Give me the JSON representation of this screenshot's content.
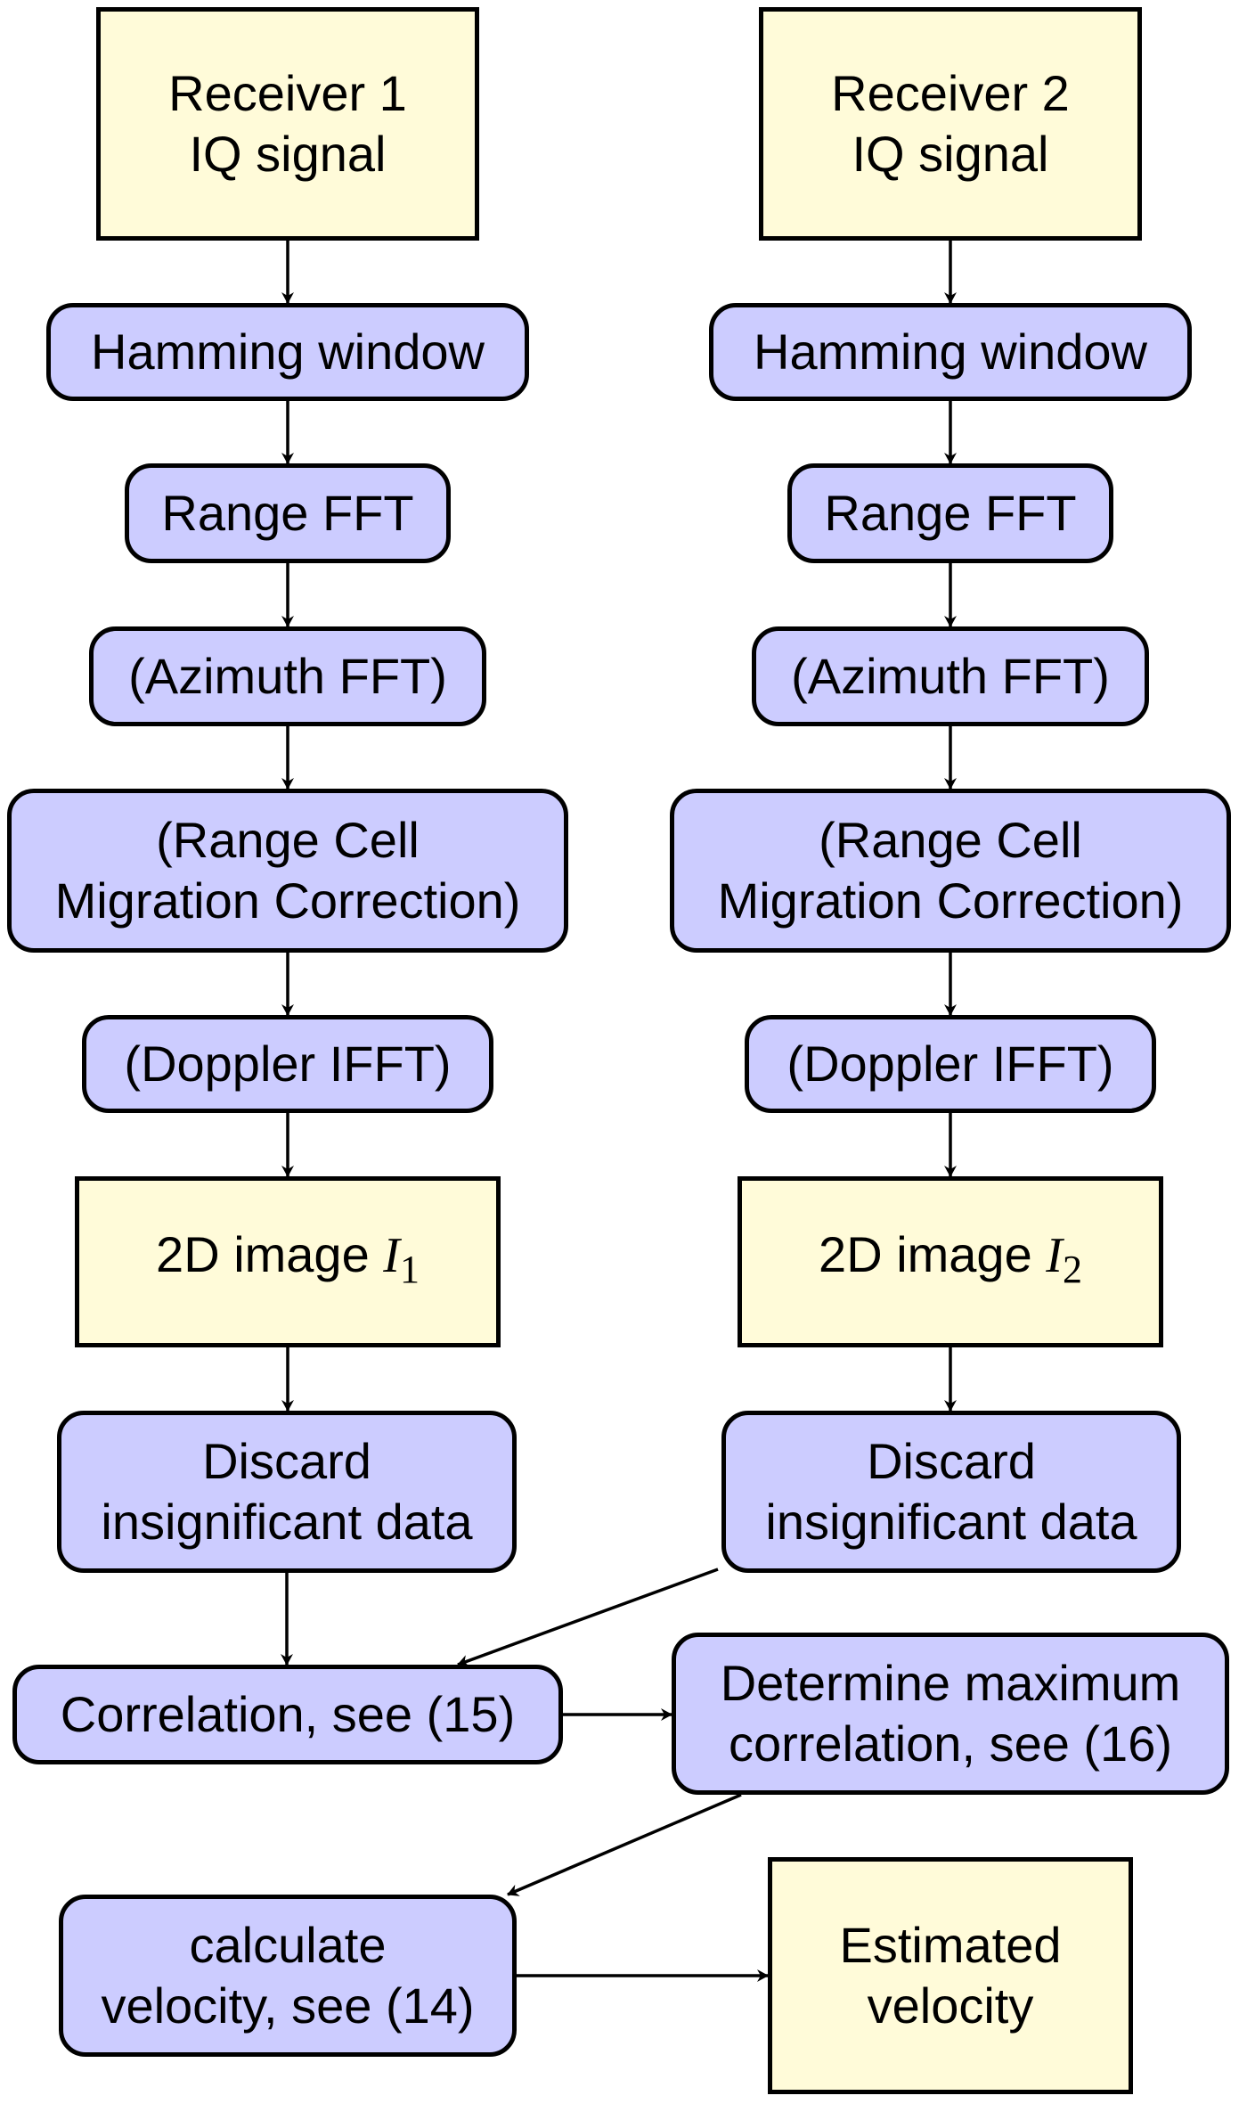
{
  "colors": {
    "io_fill": "#FFFBD9",
    "process_fill": "#CCCCFF",
    "stroke": "#000000"
  },
  "nodes": [
    {
      "id": "receiver-1",
      "type": "io",
      "label": "Receiver 1\nIQ signal"
    },
    {
      "id": "receiver-2",
      "type": "io",
      "label": "Receiver 2\nIQ signal"
    },
    {
      "id": "hamming-1",
      "type": "process",
      "label": "Hamming window"
    },
    {
      "id": "hamming-2",
      "type": "process",
      "label": "Hamming window"
    },
    {
      "id": "range-fft-1",
      "type": "process",
      "label": "Range FFT"
    },
    {
      "id": "range-fft-2",
      "type": "process",
      "label": "Range FFT"
    },
    {
      "id": "azimuth-fft-1",
      "type": "process",
      "label": "(Azimuth FFT)"
    },
    {
      "id": "azimuth-fft-2",
      "type": "process",
      "label": "(Azimuth FFT)"
    },
    {
      "id": "rcmc-1",
      "type": "process",
      "label": "(Range Cell\nMigration Correction)"
    },
    {
      "id": "rcmc-2",
      "type": "process",
      "label": "(Range Cell\nMigration Correction)"
    },
    {
      "id": "doppler-ifft-1",
      "type": "process",
      "label": "(Doppler IFFT)"
    },
    {
      "id": "doppler-ifft-2",
      "type": "process",
      "label": "(Doppler IFFT)"
    },
    {
      "id": "image-1",
      "type": "io",
      "label": "2D image ",
      "math": "I",
      "sub": "1"
    },
    {
      "id": "image-2",
      "type": "io",
      "label": "2D image ",
      "math": "I",
      "sub": "2"
    },
    {
      "id": "discard-1",
      "type": "process",
      "label": "Discard\ninsignificant data"
    },
    {
      "id": "discard-2",
      "type": "process",
      "label": "Discard\ninsignificant data"
    },
    {
      "id": "correlation",
      "type": "process",
      "label": "Correlation, see (15)"
    },
    {
      "id": "max-correlation",
      "type": "process",
      "label": "Determine maximum\ncorrelation, see (16)"
    },
    {
      "id": "calc-velocity",
      "type": "process",
      "label": "calculate\nvelocity, see (14)"
    },
    {
      "id": "estimated-velocity",
      "type": "io",
      "label": "Estimated\nvelocity"
    }
  ],
  "edges": [
    [
      "receiver-1",
      "hamming-1"
    ],
    [
      "hamming-1",
      "range-fft-1"
    ],
    [
      "range-fft-1",
      "azimuth-fft-1"
    ],
    [
      "azimuth-fft-1",
      "rcmc-1"
    ],
    [
      "rcmc-1",
      "doppler-ifft-1"
    ],
    [
      "doppler-ifft-1",
      "image-1"
    ],
    [
      "image-1",
      "discard-1"
    ],
    [
      "discard-1",
      "correlation"
    ],
    [
      "receiver-2",
      "hamming-2"
    ],
    [
      "hamming-2",
      "range-fft-2"
    ],
    [
      "range-fft-2",
      "azimuth-fft-2"
    ],
    [
      "azimuth-fft-2",
      "rcmc-2"
    ],
    [
      "rcmc-2",
      "doppler-ifft-2"
    ],
    [
      "doppler-ifft-2",
      "image-2"
    ],
    [
      "image-2",
      "discard-2"
    ],
    [
      "discard-2",
      "correlation"
    ],
    [
      "correlation",
      "max-correlation"
    ],
    [
      "max-correlation",
      "calc-velocity"
    ],
    [
      "calc-velocity",
      "estimated-velocity"
    ]
  ]
}
